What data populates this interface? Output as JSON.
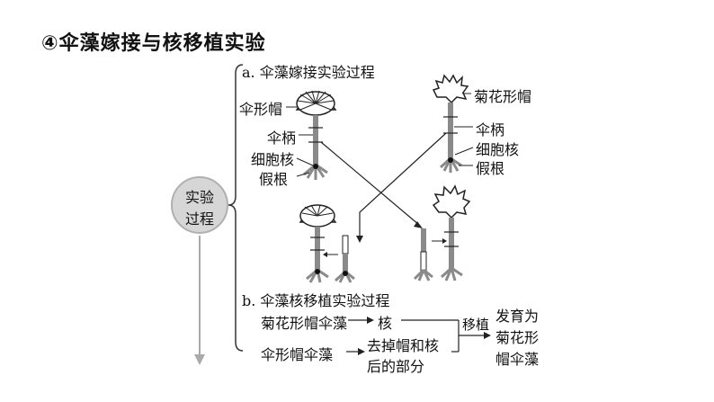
{
  "title": "④伞藻嫁接与核移植实验",
  "stage": {
    "line1": "实验",
    "line2": "过程"
  },
  "part_a": {
    "title": "a. 伞藻嫁接实验过程",
    "left_labels": {
      "cap": "伞形帽",
      "stalk": "伞柄",
      "nucleus": "细胞核",
      "rhizoid": "假根"
    },
    "right_labels": {
      "cap": "菊花形帽",
      "stalk": "伞柄",
      "nucleus": "细胞核",
      "rhizoid": "假根"
    }
  },
  "part_b": {
    "title": "b. 伞藻核移植实验过程",
    "row1_source": "菊花形帽伞藻",
    "row1_product": "核",
    "row2_source": "伞形帽伞藻",
    "row2_product_line1": "去掉帽和核",
    "row2_product_line2": "后的部分",
    "arrow_label": "移植",
    "result_line1": "发育为",
    "result_line2": "菊花形",
    "result_line3": "帽伞藻"
  },
  "colors": {
    "stalk": "#8a8a8a",
    "circle": "#d6d6d6",
    "arrow": "#aaaaaa",
    "ink": "#111111"
  }
}
